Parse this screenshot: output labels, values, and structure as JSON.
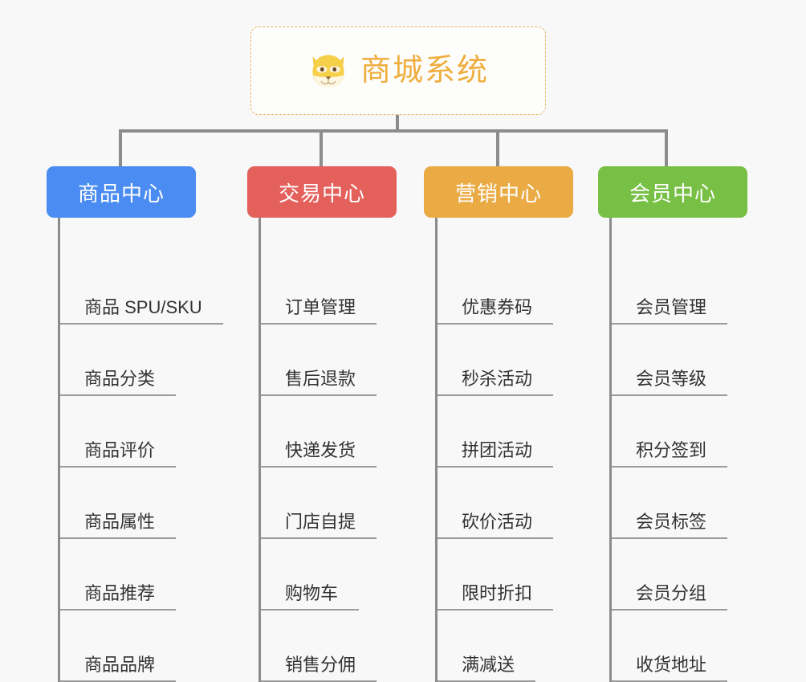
{
  "diagram": {
    "type": "mindmap-tree",
    "background_color": "#f8f8f8",
    "line_color": "#8c8c8c",
    "root": {
      "title": "商城系统",
      "icon": "shiba-dog-face-icon",
      "text_color": "#efae3f",
      "border_color": "#e8b560",
      "border_style": "dashed"
    },
    "branches": [
      {
        "label": "商品中心",
        "color": "#4a8cf2",
        "items": [
          "商品 SPU/SKU",
          "商品分类",
          "商品评价",
          "商品属性",
          "商品推荐",
          "商品品牌"
        ]
      },
      {
        "label": "交易中心",
        "color": "#e4605b",
        "items": [
          "订单管理",
          "售后退款",
          "快递发货",
          "门店自提",
          "购物车",
          "销售分佣"
        ]
      },
      {
        "label": "营销中心",
        "color": "#eaab45",
        "items": [
          "优惠券码",
          "秒杀活动",
          "拼团活动",
          "砍价活动",
          "限时折扣",
          "满减送"
        ]
      },
      {
        "label": "会员中心",
        "color": "#77c045",
        "items": [
          "会员管理",
          "会员等级",
          "积分签到",
          "会员标签",
          "会员分组",
          "收货地址"
        ]
      }
    ]
  }
}
